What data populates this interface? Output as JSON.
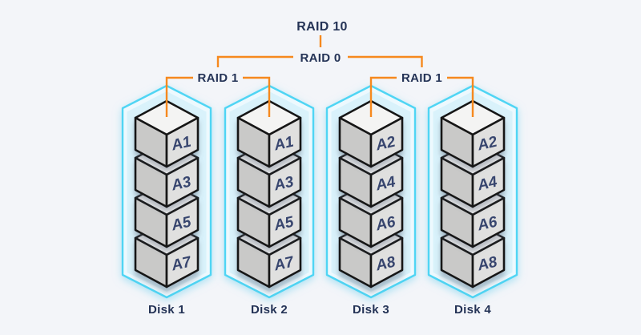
{
  "diagram": {
    "title": "RAID 10",
    "stripe_label": "RAID 0",
    "mirror_labels": [
      "RAID 1",
      "RAID 1"
    ],
    "disks": [
      {
        "label": "Disk 1",
        "blocks": [
          "A1",
          "A3",
          "A5",
          "A7"
        ]
      },
      {
        "label": "Disk 2",
        "blocks": [
          "A1",
          "A3",
          "A5",
          "A7"
        ]
      },
      {
        "label": "Disk 3",
        "blocks": [
          "A2",
          "A4",
          "A6",
          "A8"
        ]
      },
      {
        "label": "Disk 4",
        "blocks": [
          "A2",
          "A4",
          "A6",
          "A8"
        ]
      }
    ],
    "colors": {
      "background": "#F3F5F9",
      "text_navy": "#243356",
      "block_label_navy": "#38466F",
      "connector_orange": "#F6891E",
      "pod_outline_cyan": "#4FD5F4",
      "pod_fill": "#D9F2FB",
      "pod_band": "#EDF9FE",
      "cube_top": "#F4F4F3",
      "cube_left": "#C9C9C8",
      "cube_right": "#E0E0DF",
      "cube_edge": "#161616"
    }
  }
}
